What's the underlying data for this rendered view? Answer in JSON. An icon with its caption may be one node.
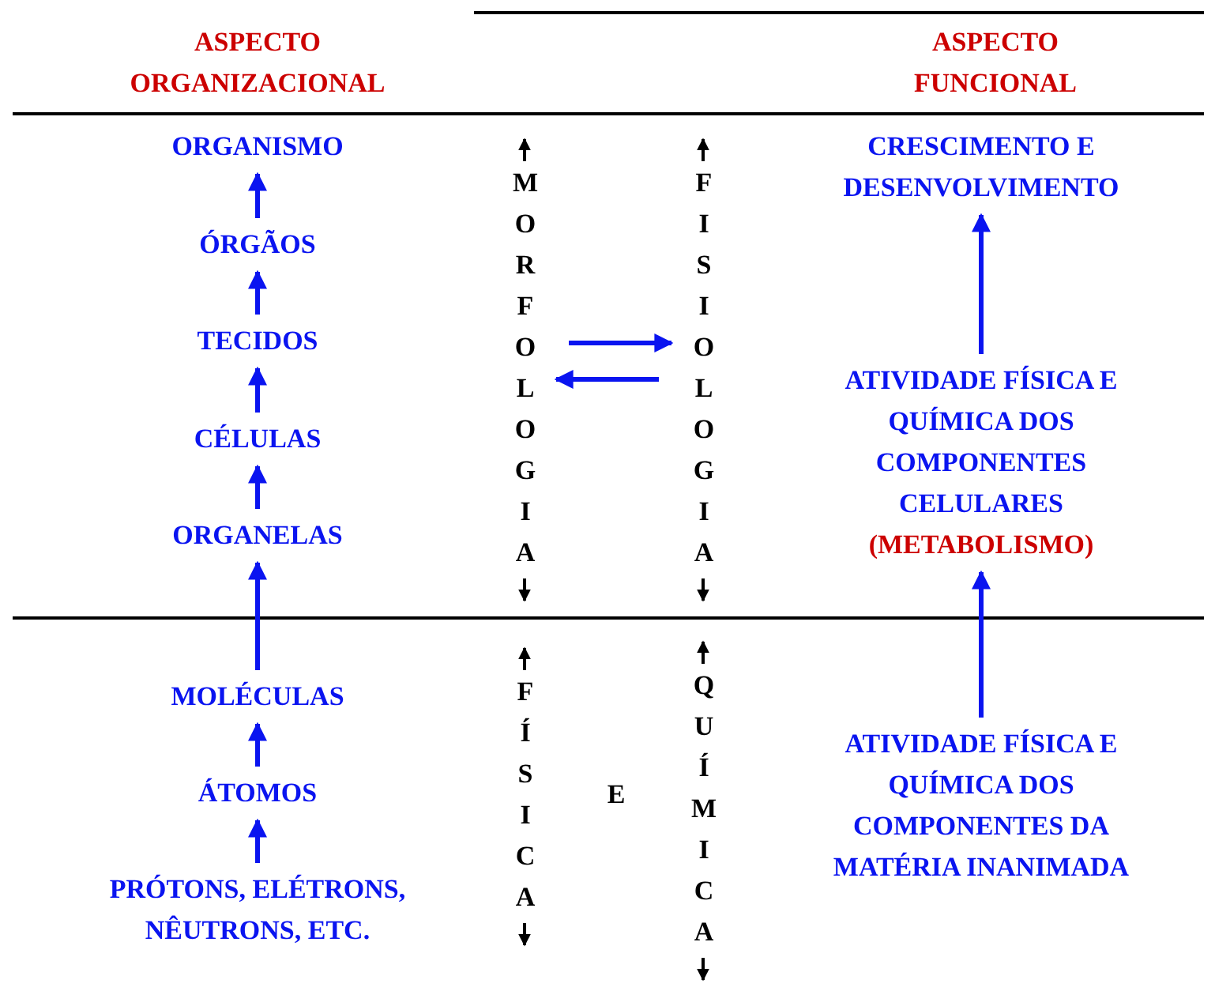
{
  "diagram": {
    "nodes": [
      {
        "text": [
          "ORGANISMO"
        ]
      },
      {
        "text": [
          "ÓRGÃOS"
        ]
      },
      {
        "text": [
          "TECIDOS"
        ]
      },
      {
        "text": [
          "CÉLULAS"
        ]
      },
      {
        "text": [
          "ORGANELAS"
        ]
      },
      {
        "text": [
          "MOLÉCULAS"
        ]
      },
      {
        "text": [
          "ÁTOMOS"
        ]
      },
      {
        "text": [
          "PRÓTONS, ELÉTRONS, NÊUTRONS, ETC."
        ]
      },
      {
        "text": [
          "MORFOLOGIA"
        ]
      },
      {
        "text": [
          "FISIOLOGIA"
        ]
      },
      {
        "text": [
          "CRESCIMENTO E DESENVOLVIMENTO"
        ]
      },
      {
        "text": [
          "ATIVIDADE FÍSICA E QUÍMICA DOS COMPONENTES CELULARES",
          "(METABOLISMO)"
        ]
      },
      {
        "text": [
          "ATIVIDADE FÍSICA E QUÍMICA DOS COMPONENTES DA MATÉRIA INANIMADA"
        ]
      }
    ],
    "edges": [
      {
        "from": 1,
        "to": 0,
        "arrow": "to"
      },
      {
        "from": 2,
        "to": 1,
        "arrow": "to"
      },
      {
        "from": 3,
        "to": 2,
        "arrow": "to"
      },
      {
        "from": 4,
        "to": 3,
        "arrow": "to"
      },
      {
        "from": 5,
        "to": 4,
        "arrow": "to"
      },
      {
        "from": 6,
        "to": 5,
        "arrow": "to"
      },
      {
        "from": 7,
        "to": 6,
        "arrow": "to"
      },
      {
        "from": 8,
        "to": 9,
        "arrow": "to"
      },
      {
        "from": 9,
        "to": 8,
        "arrow": "to"
      },
      {
        "from": 11,
        "to": 10,
        "arrow": "to"
      },
      {
        "from": 12,
        "to": 11,
        "arrow": "to"
      }
    ],
    "labels": [
      "ASPECTO ORGANIZACIONAL",
      "ASPECTO FUNCIONAL",
      "FÍSICA",
      "E",
      "QUÍMICA"
    ]
  }
}
